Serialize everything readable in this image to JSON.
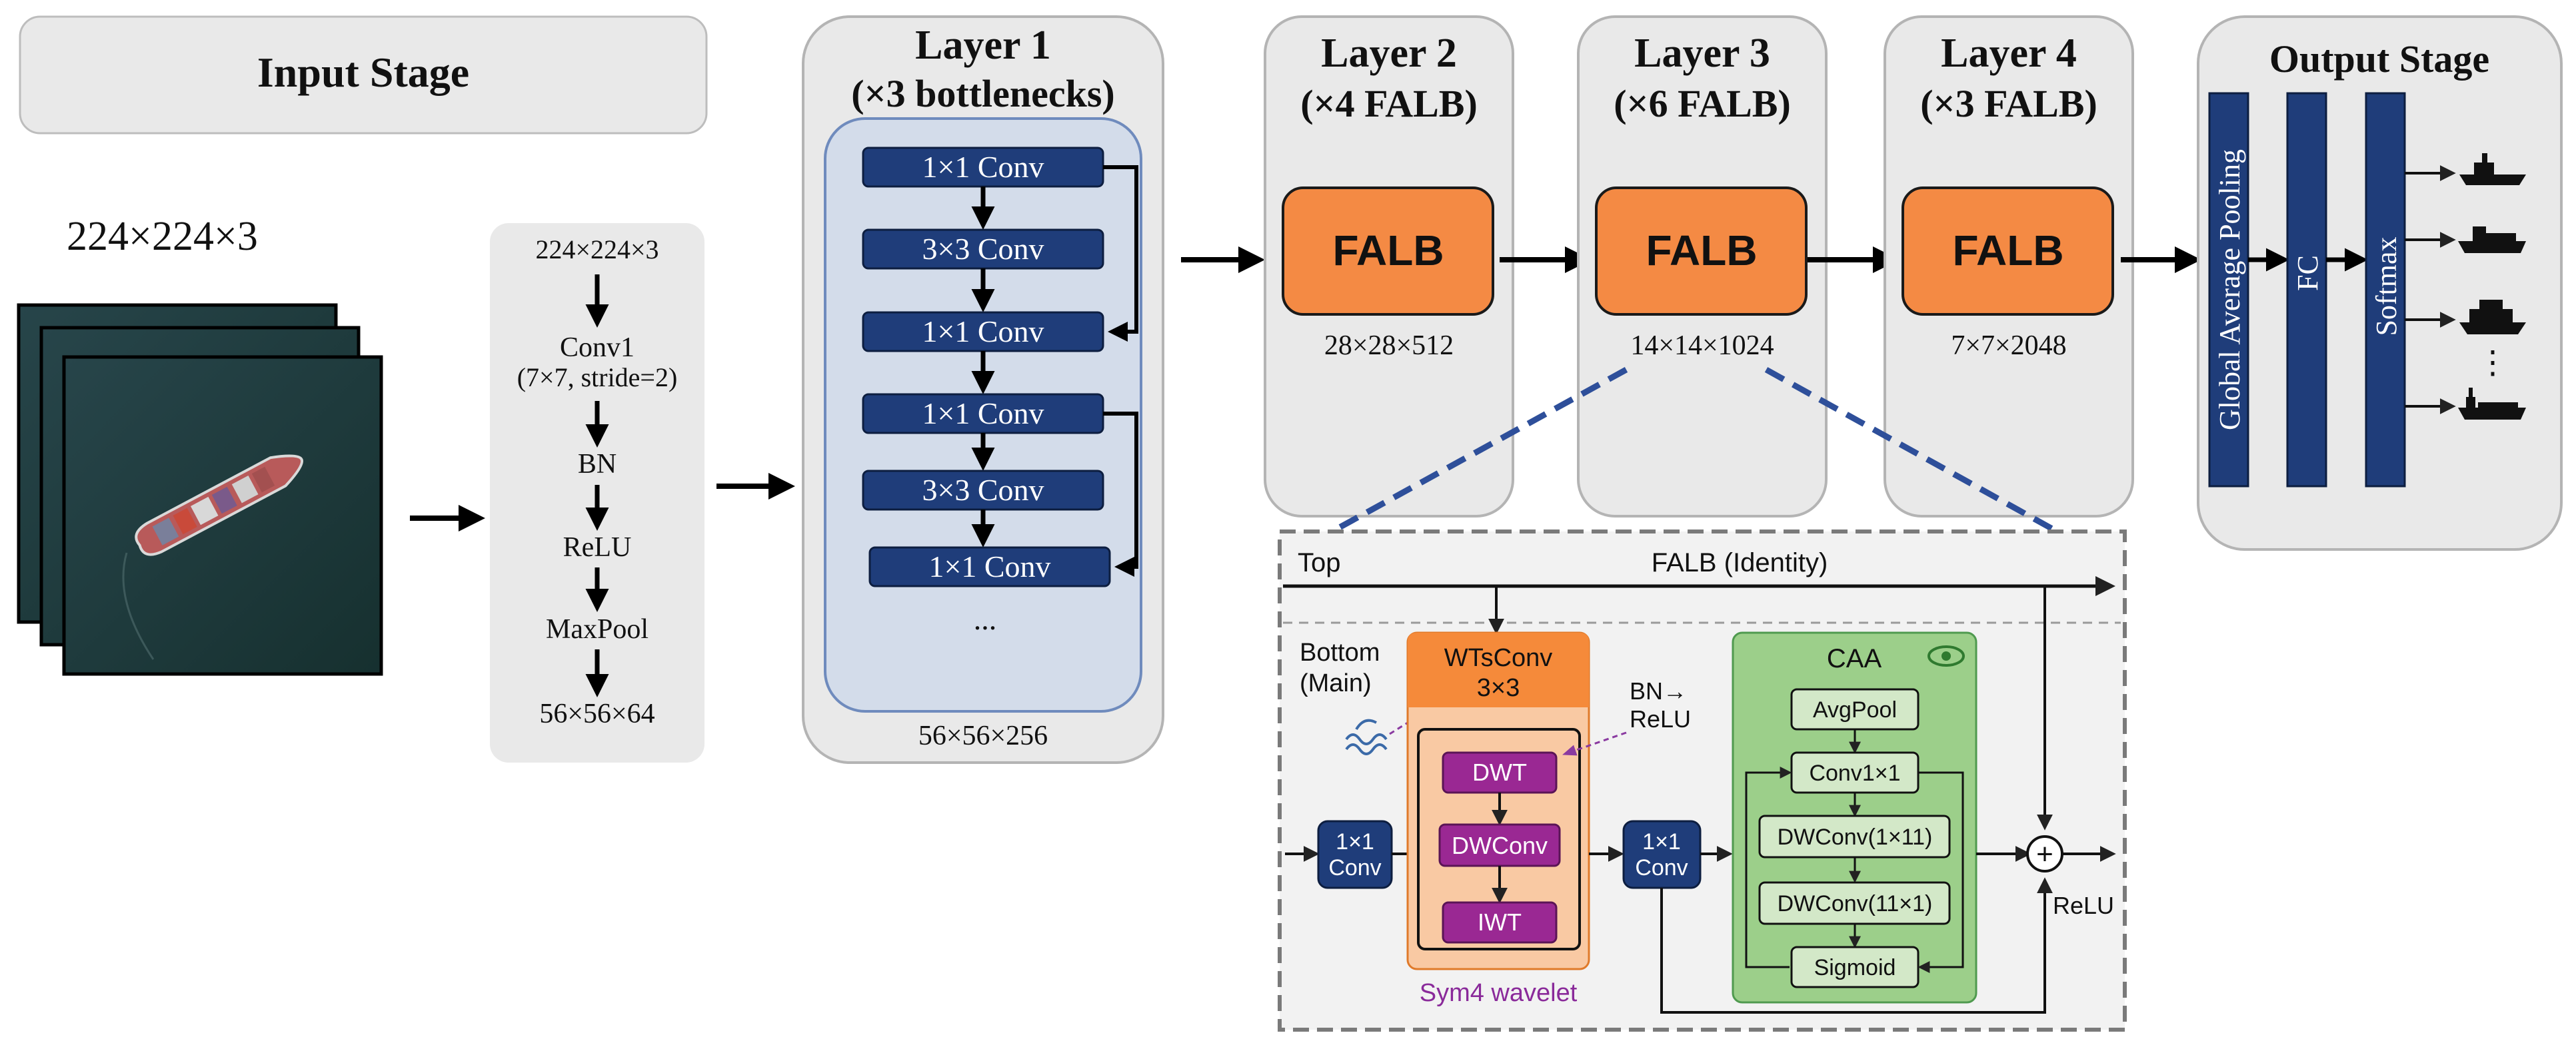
{
  "input_stage": {
    "title": "Input Stage",
    "image_size": "224×224×3",
    "stem": [
      "224×224×3",
      "Conv1",
      "(7×7, stride=2)",
      "BN",
      "ReLU",
      "MaxPool",
      "56×56×64"
    ]
  },
  "layer1": {
    "title": "Layer 1",
    "subtitle": "(×3 bottlenecks)",
    "convs": [
      "1×1 Conv",
      "3×3 Conv",
      "1×1 Conv",
      "1×1 Conv",
      "3×3 Conv",
      "1×1 Conv"
    ],
    "ellipsis": "...",
    "size": "56×56×256"
  },
  "layer2": {
    "title": "Layer 2",
    "subtitle": "(×4 FALB)",
    "block": "FALB",
    "size": "28×28×512"
  },
  "layer3": {
    "title": "Layer 3",
    "subtitle": "(×6 FALB)",
    "block": "FALB",
    "size": "14×14×1024"
  },
  "layer4": {
    "title": "Layer 4",
    "subtitle": "(×3 FALB)",
    "block": "FALB",
    "size": "7×7×2048"
  },
  "output_stage": {
    "title": "Output Stage",
    "gap": "Global Average Pooling",
    "fc": "FC",
    "softmax": "Softmax",
    "ellipsis": "⋮"
  },
  "falb_detail": {
    "top_label": "Top",
    "identity_label": "FALB (Identity)",
    "bottom_label_1": "Bottom",
    "bottom_label_2": "(Main)",
    "conv_in_1": "1×1",
    "conv_in_2": "Conv",
    "wtsconv_1": "WTsConv",
    "wtsconv_2": "3×3",
    "dwt": "DWT",
    "dwconv": "DWConv",
    "iwt": "IWT",
    "bn_relu_1": "BN→",
    "bn_relu_2": "ReLU",
    "wavelet_label": "Sym4 wavelet",
    "conv_mid_1": "1×1",
    "conv_mid_2": "Conv",
    "caa_title": "CAA",
    "avgpool": "AvgPool",
    "caa_conv": "Conv1×1",
    "dwconv_1x11": "DWConv(1×11)",
    "dwconv_11x1": "DWConv(11×1)",
    "sigmoid": "Sigmoid",
    "plus": "+",
    "relu_out": "ReLU"
  },
  "colors": {
    "panel_gray": "#e9e9e9",
    "panel_border": "#b4b4b4",
    "layer1_blue": "#d3dcea",
    "conv_navy": "#1f3d7a",
    "falb_orange": "#f48a44",
    "wtsconv_orange": "#f58a3a",
    "wavelet_peach": "#f9c9a3",
    "magenta": "#9a2893",
    "caa_green": "#9ccf8a",
    "caa_box": "#d3e8c8",
    "ocean": "#1e3a40"
  }
}
